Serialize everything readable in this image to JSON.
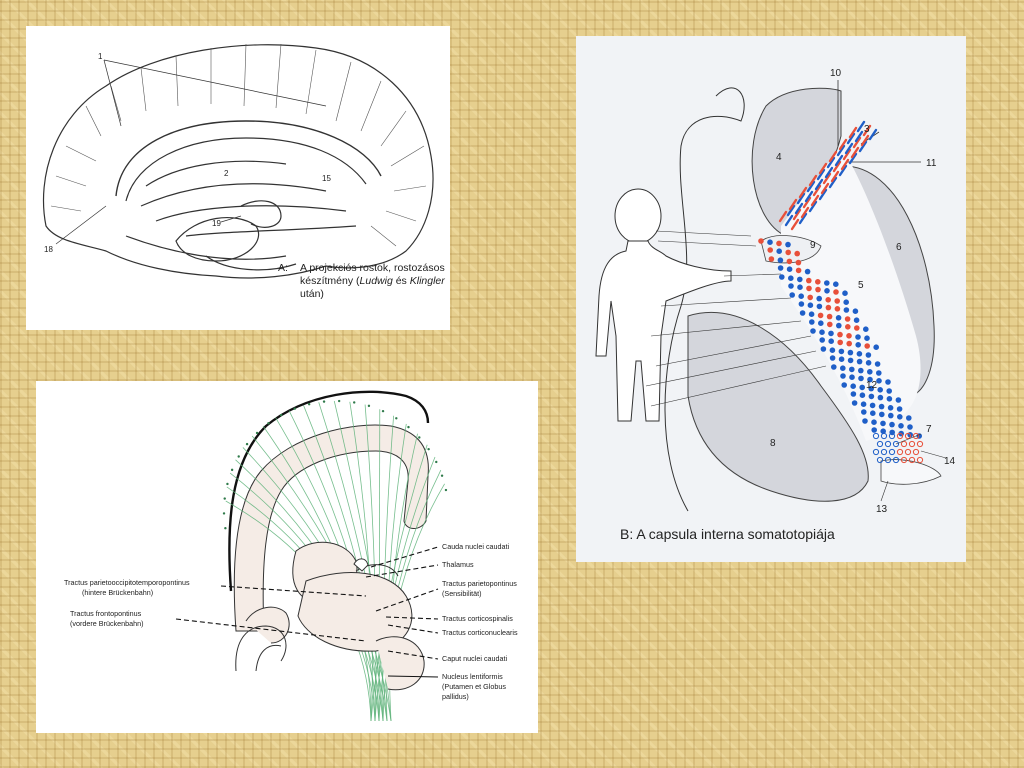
{
  "panel_a": {
    "caption_prefix": "A:",
    "caption_line1": "A projekciós rostok, rostozásos készítmény (",
    "caption_italic1": "Ludwig",
    "caption_mid": " és ",
    "caption_italic2": "Klingler",
    "caption_end": " után)",
    "labels": [
      "1",
      "2",
      "15",
      "19",
      "18"
    ]
  },
  "panel_b": {
    "caption": "B:  A capsula interna somatotopiája",
    "labels": [
      "10",
      "3",
      "4",
      "11",
      "9",
      "6",
      "5",
      "12",
      "8",
      "7",
      "14",
      "13"
    ],
    "colors": {
      "red": "#e8503a",
      "blue": "#1f5fc8",
      "gray": "#d4d6dc"
    }
  },
  "panel_c": {
    "left_labels": [
      "Tractus parietooccipitotemporopontinus",
      "(hintere Brückenbahn)",
      "Tractus frontopontinus",
      "(vordere Brückenbahn)"
    ],
    "right_labels": [
      "Cauda nuclei caudati",
      "Thalamus",
      "Tractus parietopontinus",
      "(Sensibilität)",
      "Tractus corticospinalis",
      "Tractus corticonuclearis",
      "Caput nuclei caudati",
      "Nucleus lentiformis",
      "(Putamen et Globus",
      "pallidus)"
    ],
    "colors": {
      "fiber": "#5fb37a"
    }
  }
}
